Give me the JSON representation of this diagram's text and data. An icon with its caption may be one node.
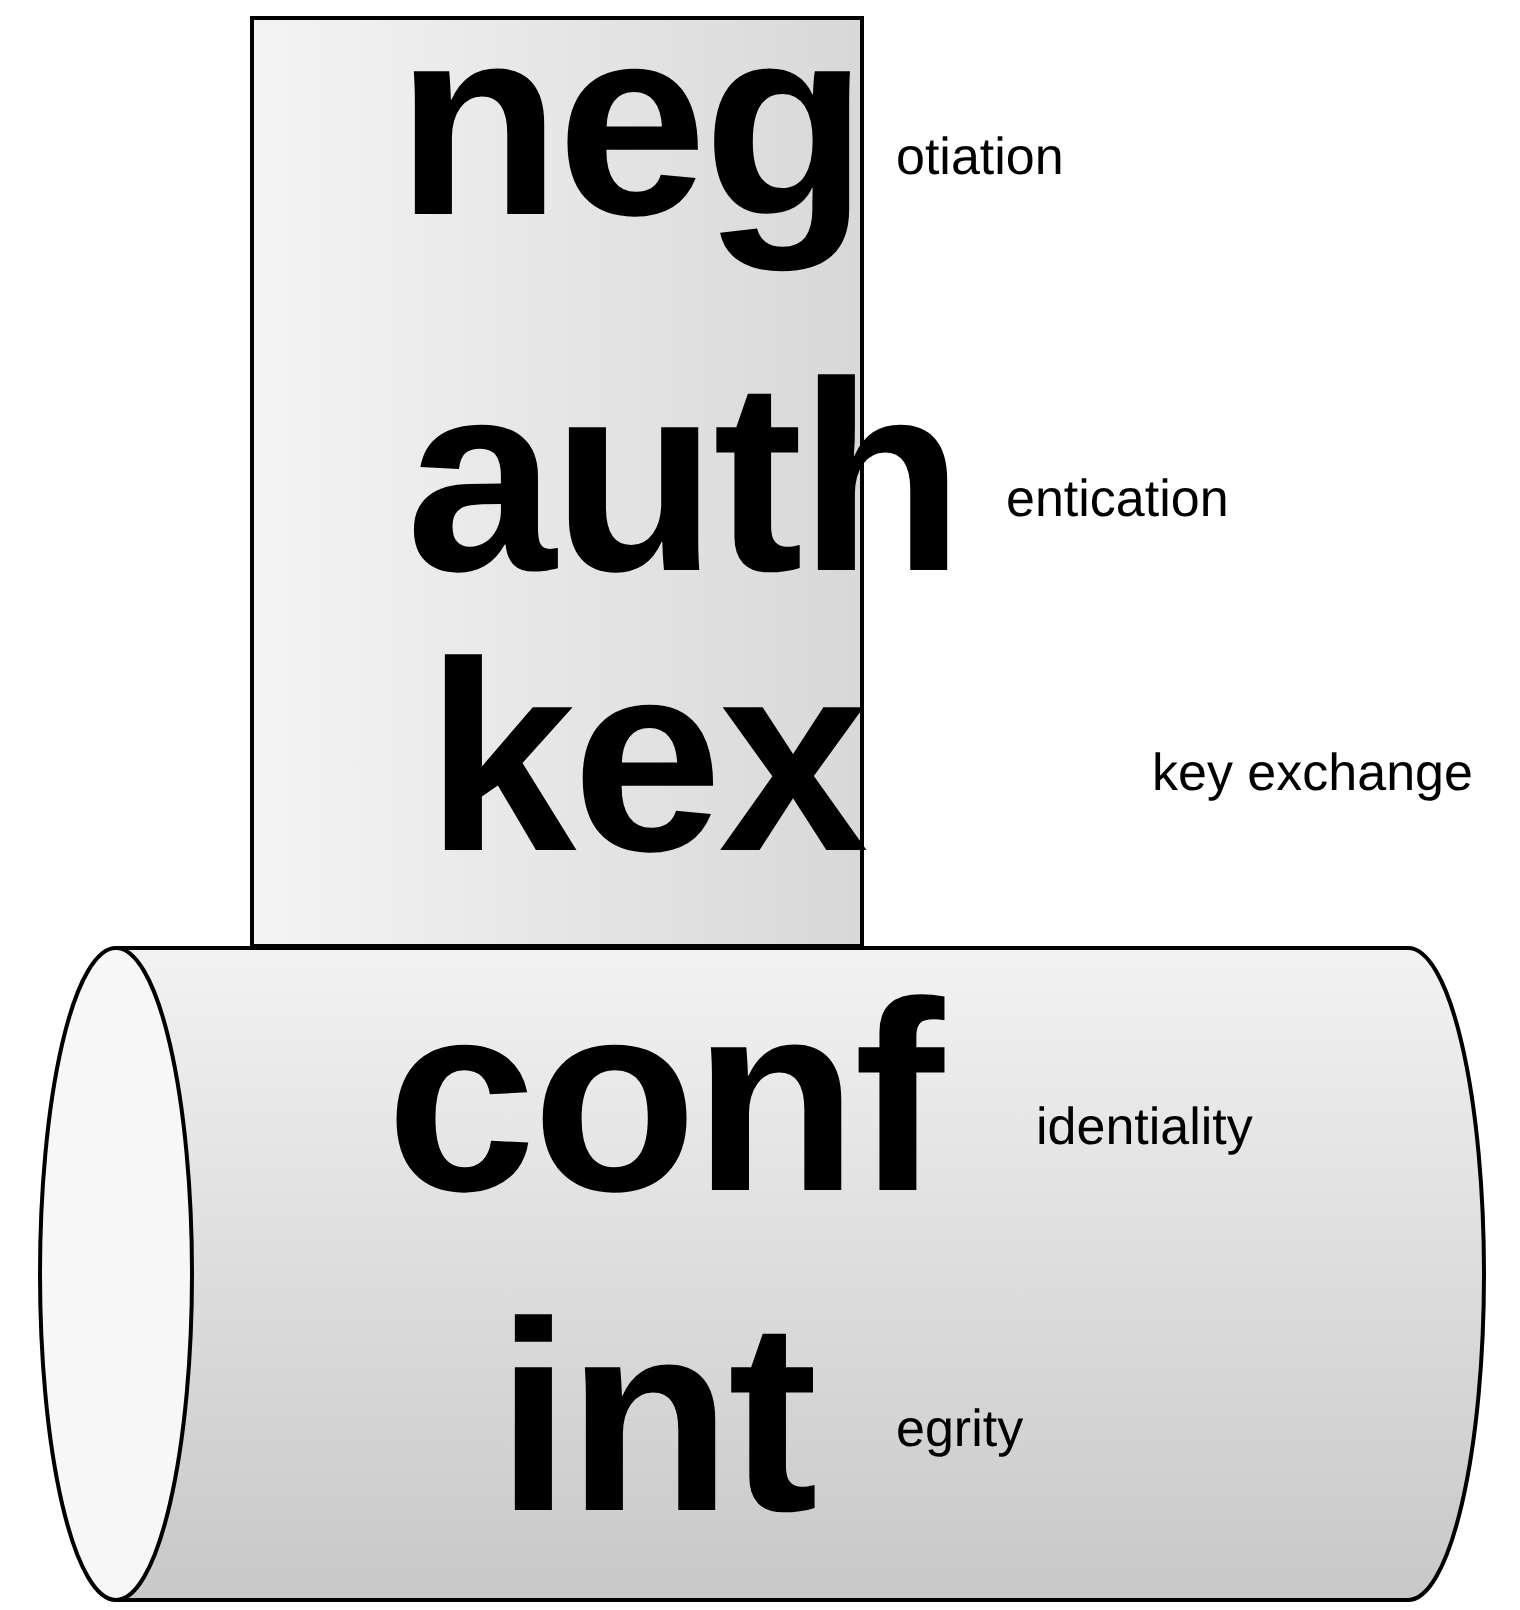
{
  "diagram": {
    "nodes": [
      {
        "text": [
          "neg",
          "otiation",
          "auth",
          "entication",
          "kex"
        ]
      },
      {
        "text": [
          "conf",
          "identiality",
          "int",
          "egrity"
        ]
      }
    ],
    "labels": [
      "key exchange"
    ]
  }
}
